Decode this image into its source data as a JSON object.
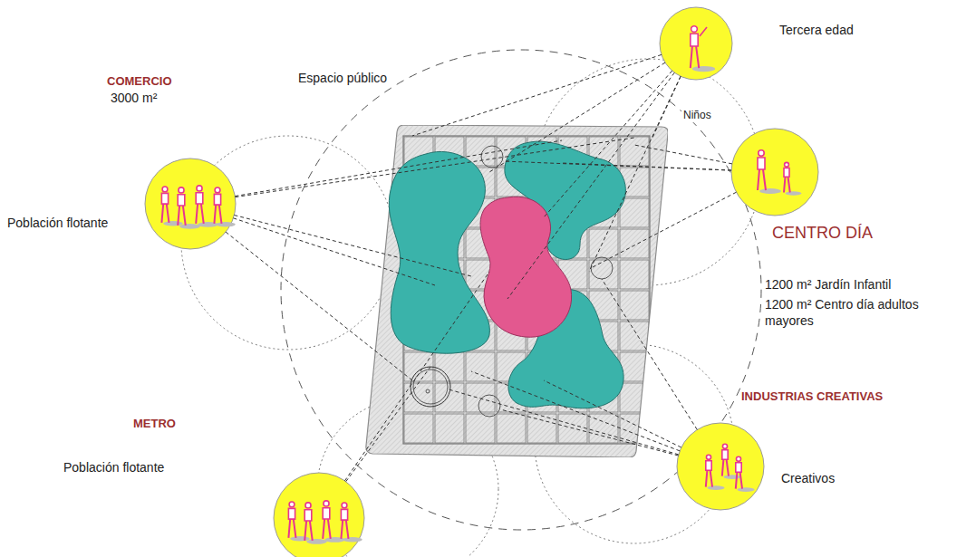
{
  "diagram": {
    "nodes": [
      {
        "text": [
          "Espacio público"
        ]
      },
      {
        "text": [
          "Tercera edad"
        ]
      },
      {
        "text": [
          "Niños"
        ]
      },
      {
        "text": [
          "Población flotante"
        ]
      },
      {
        "text": [
          "Población flotante"
        ]
      },
      {
        "text": [
          "Creativos"
        ]
      }
    ],
    "edges": [
      {
        "from": 1,
        "to": 0,
        "arrow": "none"
      },
      {
        "from": 2,
        "to": 0,
        "arrow": "none"
      },
      {
        "from": 3,
        "to": 0,
        "arrow": "none"
      },
      {
        "from": 4,
        "to": 0,
        "arrow": "none"
      },
      {
        "from": 5,
        "to": 0,
        "arrow": "none"
      }
    ],
    "labels": [
      "COMERCIO",
      "3000 m²",
      "CENTRO DÍA",
      "1200 m² Jardín Infantil",
      "1200 m² Centro día adultos mayores",
      "INDUSTRIAS CREATIVAS",
      "METRO"
    ]
  }
}
